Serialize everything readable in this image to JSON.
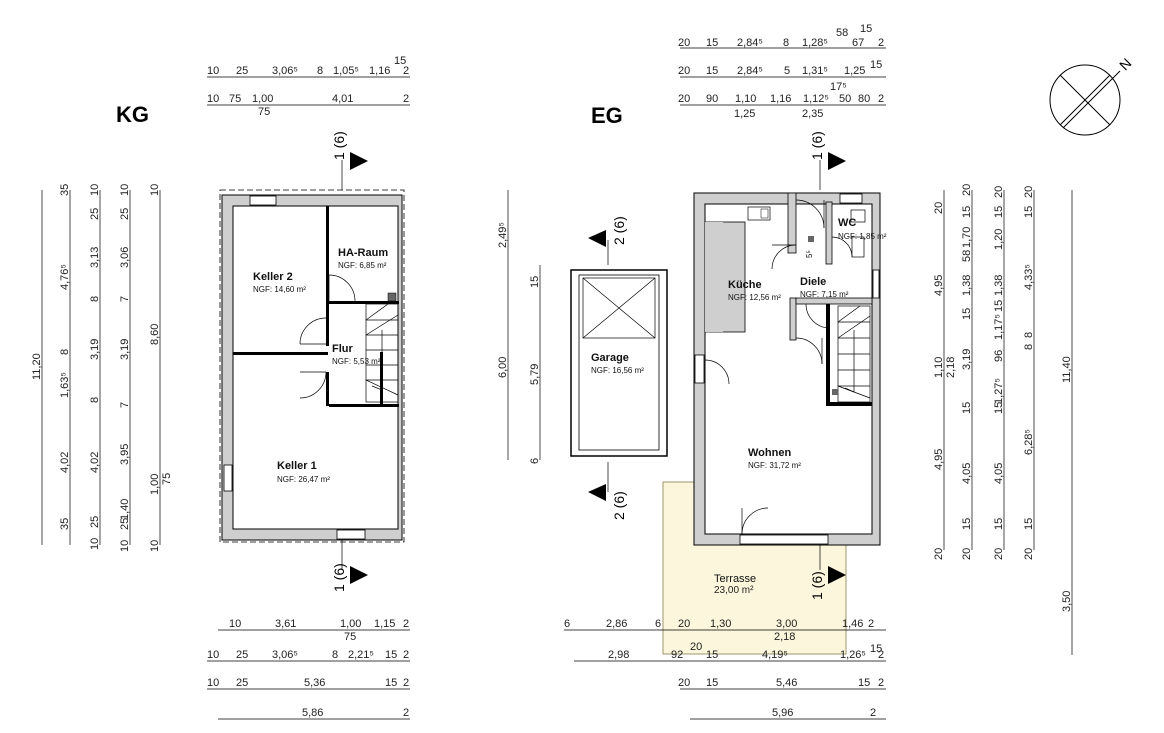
{
  "floors": {
    "kg": "KG",
    "eg": "EG"
  },
  "compass": {
    "label": "N"
  },
  "section_marks": {
    "s1": "1 (6)",
    "s2": "2 (6)"
  },
  "kg_rooms": [
    {
      "name": "Keller 2",
      "area": "NGF: 14,60 m²"
    },
    {
      "name": "HA-Raum",
      "area": "NGF: 6,85 m²"
    },
    {
      "name": "Flur",
      "area": "NGF: 5,53 m²"
    },
    {
      "name": "Keller 1",
      "area": "NGF: 26,47 m²"
    }
  ],
  "eg_rooms": [
    {
      "name": "WC",
      "area": "NGF: 1,85 m²"
    },
    {
      "name": "Küche",
      "area": "NGF: 12,56 m²"
    },
    {
      "name": "Diele",
      "area": "NGF: 7,15 m²"
    },
    {
      "name": "Garage",
      "area": "NGF: 16,56 m²"
    },
    {
      "name": "Wohnen",
      "area": "NGF: 31,72 m²"
    },
    {
      "name": "Terrasse",
      "area": "23,00 m²"
    }
  ],
  "kg_top_dims": {
    "row1": [
      "10",
      "25",
      "3,06⁵",
      "8",
      "1,05⁵",
      "1,16",
      "15",
      "2"
    ],
    "row2": [
      "10",
      "75",
      "1,00",
      "75",
      "4,01",
      "2"
    ]
  },
  "kg_bottom_dims": {
    "row1": [
      "10",
      "3,61",
      "1,00",
      "75",
      "1,15",
      "2"
    ],
    "row2": [
      "10",
      "25",
      "3,06⁵",
      "8",
      "2,21⁵",
      "15",
      "2"
    ],
    "row3": [
      "10",
      "25",
      "5,36",
      "15",
      "2"
    ],
    "row4": [
      "5,86",
      "2"
    ]
  },
  "kg_left_dims": {
    "col1": [
      "35",
      "11,20",
      "35"
    ],
    "col2": [
      "10",
      "4,76⁵",
      "8",
      "1,63⁵",
      "4,02",
      "10"
    ],
    "col3": [
      "25",
      "3,13",
      "8",
      "3,19",
      "8",
      "4,02",
      "25"
    ],
    "col4": [
      "10",
      "25",
      "3,06",
      "7",
      "3,19",
      "7",
      "3,95",
      "1,00",
      "1,40",
      "25",
      "10"
    ],
    "col5": [
      "10",
      "8,60",
      "75",
      "10"
    ]
  },
  "eg_top_dims": {
    "row1": [
      "20",
      "15",
      "2,84⁵",
      "8",
      "1,28⁵",
      "58",
      "67",
      "15",
      "2"
    ],
    "row2": [
      "20",
      "15",
      "2,84⁵",
      "5",
      "1,31⁵",
      "1,25",
      "15"
    ],
    "row3": [
      "17⁵"
    ],
    "row4": [
      "20",
      "90",
      "1,10",
      "1,16",
      "1,12⁵",
      "50",
      "80",
      "2"
    ],
    "row5": [
      "1,25",
      "2,35"
    ]
  },
  "eg_bottom_dims": {
    "row1": [
      "6",
      "2,86",
      "6",
      "20",
      "1,30",
      "3,00",
      "1,46",
      "2"
    ],
    "row1b": [
      "2,18"
    ],
    "row2": [
      "2,98",
      "92",
      "20",
      "15",
      "4,19⁵",
      "1,26⁵",
      "15",
      "2"
    ],
    "row3": [
      "20",
      "15",
      "5,46",
      "15",
      "2"
    ],
    "row4": [
      "5,96",
      "2"
    ]
  },
  "eg_right_dims": {
    "col1": [
      "20",
      "4,95",
      "15",
      "1,10",
      "2,18",
      "15",
      "4,95",
      "20"
    ],
    "col2": [
      "20",
      "15",
      "1,70",
      "58",
      "1,38",
      "15",
      "3,19",
      "15",
      "4,05",
      "15",
      "20"
    ],
    "col3": [
      "15",
      "20",
      "1,20",
      "1,38",
      "1,17⁵",
      "8",
      "96",
      "1,27⁵",
      "4,05",
      "15",
      "20"
    ],
    "col4": [
      "20",
      "15",
      "4,33⁵",
      "8",
      "6,28⁵",
      "15",
      "20"
    ],
    "col5": [
      "11,40",
      "3,50"
    ]
  },
  "garage_dims": [
    "2,49⁵",
    "15",
    "6,00",
    "5,79",
    "6"
  ],
  "small_dims": [
    "5⁵"
  ]
}
